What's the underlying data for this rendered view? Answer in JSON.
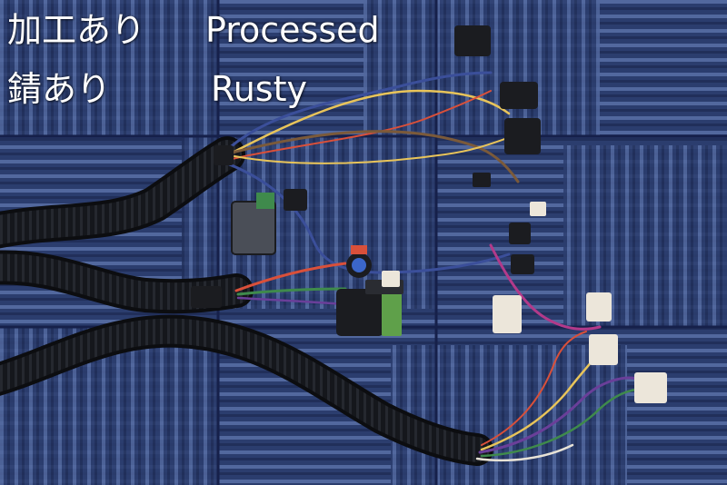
{
  "captions": {
    "processed_jp": "加工あり",
    "processed_en": "Processed",
    "rusty_jp": "錆あり",
    "rusty_en": "Rusty"
  },
  "colors": {
    "carpet_base": "#2b3d6e",
    "carpet_stripe_light": "#5f76ad",
    "carpet_stripe_dark": "#1d2a52",
    "loom": "#111318",
    "connector_black": "#1b1c20",
    "connector_white": "#ece6da",
    "connector_green_pins": "#5fa04a"
  },
  "wire_colors": [
    "#3b4f9a",
    "#e8c45a",
    "#d9503a",
    "#6a3f99",
    "#e7e2d6",
    "#3f8a4c",
    "#c96b2a",
    "#b23a8a",
    "#5a3a2a"
  ]
}
